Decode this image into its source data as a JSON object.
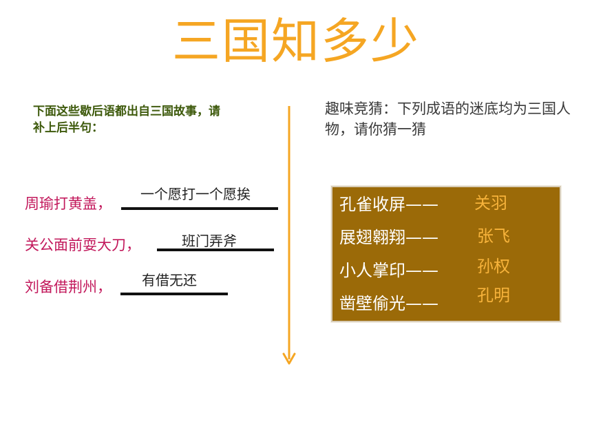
{
  "title": "三国知多少",
  "left_section": {
    "intro": "下面这些歇后语都出自三国故事，请补上后半句：",
    "sayings": [
      {
        "phrase": "周瑜打黄盖，",
        "answer": "一个愿打一个愿挨"
      },
      {
        "phrase": "关公面前耍大刀，",
        "answer": "班门弄斧"
      },
      {
        "phrase": "刘备借荆州，",
        "answer": "有借无还"
      }
    ]
  },
  "right_section": {
    "intro": "趣味竞猜：下列成语的迷底均为三国人物，请你猜一猜",
    "idioms": [
      {
        "idiom": "孔雀收屏——",
        "answer": "关羽"
      },
      {
        "idiom": "展翅翱翔——",
        "answer": "张飞"
      },
      {
        "idiom": "小人掌印——",
        "answer": "孙权"
      },
      {
        "idiom": "凿壁偷光——",
        "answer": "孔明"
      }
    ]
  },
  "colors": {
    "title": "#f5a623",
    "saying": "#c2185b",
    "arrow": "#f5a623",
    "box_background": "#9b6a08",
    "guess": "#f7b33b"
  }
}
